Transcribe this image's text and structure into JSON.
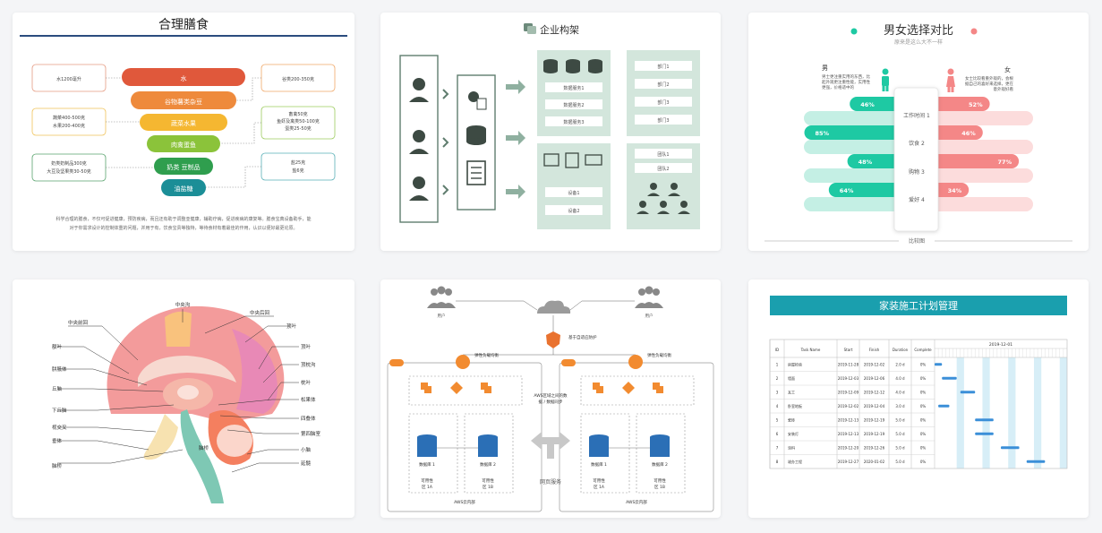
{
  "diet": {
    "title": "合理膳食",
    "levels": [
      "水",
      "谷物薯类杂豆",
      "蔬菜水果",
      "肉禽蛋鱼",
      "奶类 豆制品",
      "油盐糖"
    ],
    "notes_left": [
      "水1200毫升",
      "蔬菜400-500克",
      "水果200-400克",
      "奶类奶制品300克",
      "大豆及坚果类30-50克"
    ],
    "notes_right": [
      "谷类200-350克",
      "畜禽50克",
      "鱼虾及禽类50-100克",
      "蛋类25-50克",
      "盐25克",
      "盐6克"
    ],
    "footer": [
      "科学合理的膳食，不仅可促进健康，预防疾病，而且还有助于调整亚健康，辅助疗病，促进疾病的康复等。膳食宝典设备助手，能",
      "对于你需求设计的控制体重的问题，并用于有，饮食宝贵等独特，等待食材有着最佳的作用，认识以便好最更论原。"
    ]
  },
  "org": {
    "title": "企业构架",
    "db_items": [
      "数据服务1",
      "数据服务2",
      "数据服务3"
    ],
    "dept_items_top": [
      "部门1",
      "部门2",
      "部门3"
    ],
    "device_items": [
      "设备1",
      "设备2"
    ],
    "group_items": [
      "团队1",
      "团队2"
    ]
  },
  "gender": {
    "title": "男女选择对比",
    "subtitle": "原来是这么大不一样",
    "male_label": "男",
    "female_label": "女",
    "male_text": [
      "男士更注重实用的东西，比",
      "起外观更注重性能，实用性",
      "更强，价格适中的"
    ],
    "female_text": [
      "女士比较看重外观的，会根",
      "据自己的喜好来选择，更在",
      "意外观好看"
    ],
    "categories": [
      "工作时间 1",
      "饮食 2",
      "购物 3",
      "爱好 4"
    ],
    "male_values": [
      "46%",
      "85%",
      "48%",
      "64%"
    ],
    "female_values": [
      "52%",
      "46%",
      "77%",
      "34%"
    ],
    "male_num": [
      46,
      85,
      48,
      64
    ],
    "female_num": [
      52,
      46,
      77,
      34
    ],
    "footer": "比较图",
    "male_color": "#1ec9a3",
    "female_color": "#f48787"
  },
  "brain": {
    "left_labels": [
      "中央前回",
      "额叶",
      "胼胝体",
      "丘脑",
      "下丘脑",
      "视交叉",
      "垂体",
      "脑桥"
    ],
    "right_labels": [
      "中央后回",
      "顶叶",
      "顶枕沟",
      "枕叶",
      "松果体",
      "四叠体",
      "第四脑室",
      "小脑",
      "延髓"
    ],
    "top_label": "中央沟",
    "center_label": "脑桥"
  },
  "aws": {
    "user_left": "用户",
    "user_right": "用户",
    "firewall": "基于自适应防护",
    "lb_left": "弹性负载均衡",
    "lb_right": "弹性负载均衡",
    "middle_text": [
      "AWS区域之间的数",
      "据 / 数据同步"
    ],
    "db1": "数据库 1",
    "db2": "数据库 2",
    "db3": "数据库 1",
    "db4": "数据库 2",
    "zone": [
      "可用性",
      "区 1A"
    ],
    "zone2": [
      "可用性",
      "区 1B"
    ],
    "region_left": "AWS云内部",
    "region_right": "AWS云内部",
    "service": "网页服务"
  },
  "gantt": {
    "title": "家装施工计划管理",
    "headers": [
      "ID",
      "Task Name",
      "Start",
      "Finish",
      "Duration",
      "Complete"
    ],
    "date_header": "2019-12-01",
    "rows": [
      [
        "1",
        "房屋检验",
        "2019-11-28",
        "2019-12-02",
        "2.0 d",
        "0%"
      ],
      [
        "2",
        "墙面",
        "2019-12-03",
        "2019-12-06",
        "4.0 d",
        "0%"
      ],
      [
        "3",
        "瓦工",
        "2019-12-09",
        "2019-12-12",
        "4.0 d",
        "0%"
      ],
      [
        "4",
        "卧室地板",
        "2019-12-02",
        "2019-12-04",
        "3.0 d",
        "0%"
      ],
      [
        "5",
        "瓷砖",
        "2019-12-13",
        "2019-12-19",
        "5.0 d",
        "0%"
      ],
      [
        "6",
        "安装灯",
        "2019-12-13",
        "2019-12-19",
        "5.0 d",
        "0%"
      ],
      [
        "7",
        "涂料",
        "2019-12-20",
        "2019-12-26",
        "5.0 d",
        "0%"
      ],
      [
        "8",
        "竣办工程",
        "2019-12-27",
        "2020-01-02",
        "5.0 d",
        "0%"
      ]
    ],
    "accent": "#1a9fae"
  }
}
